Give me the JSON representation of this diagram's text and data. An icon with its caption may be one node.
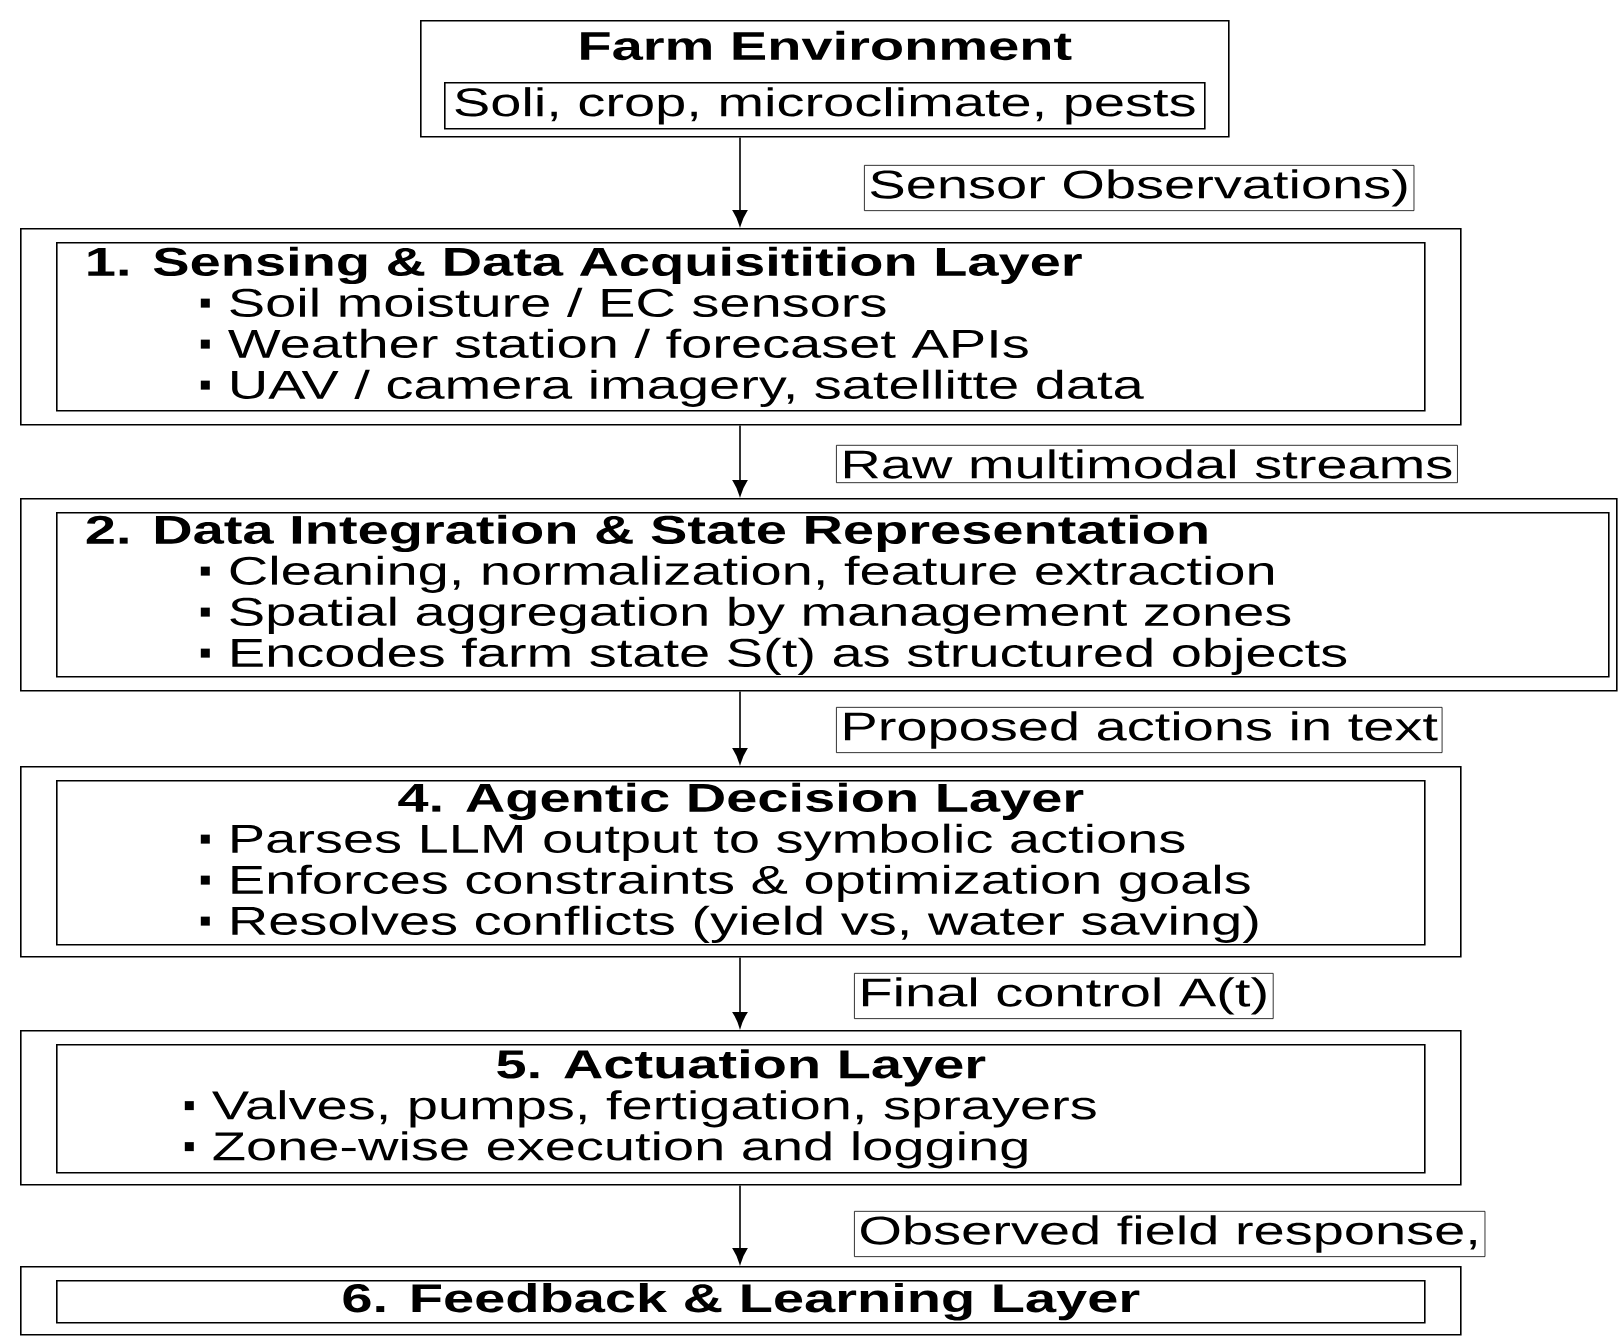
{
  "diagram": {
    "nodes": [
      {
        "text": [
          "Farm Environment"
        ]
      },
      {
        "text": [
          "Soli, crop, microclimate, pests"
        ],
        "in": 0
      },
      {
        "text": [],
        "shape": "box"
      },
      {
        "text": [
          "1. Sensing & Data Acquisitition Layer",
          "Soil moisture / EC sensors",
          "Weather station / forecaset APIs",
          "UAV / camera imagery, satellitte data"
        ],
        "in": 2
      },
      {
        "text": [],
        "shape": "box"
      },
      {
        "text": [
          "2. Data Integration & State Representation",
          "Cleaning, normalization, feature extraction",
          "Spatial aggregation by management zones",
          "Encodes farm state S(t) as structured objects"
        ],
        "in": 4
      },
      {
        "text": [],
        "shape": "box"
      },
      {
        "text": [
          "4. Agentic Decision Layer",
          "Parses LLM output to symbolic actions",
          "Enforces constraints & optimization goals",
          "Resolves conflicts (yield vs, water saving)"
        ],
        "in": 6
      },
      {
        "text": [],
        "shape": "box"
      },
      {
        "text": [
          "5. Actuation Layer",
          "Valves, pumps, fertigation, sprayers",
          "Zone-wise execution and logging"
        ],
        "in": 8
      },
      {
        "text": [],
        "shape": "box"
      },
      {
        "text": [
          "6. Feedback & Learning Layer"
        ],
        "in": 10
      }
    ],
    "edges": [
      {
        "from": 0,
        "to": 2,
        "arrow": "to",
        "label": "Sensor Observations)"
      },
      {
        "from": 2,
        "to": 4,
        "arrow": "to",
        "label": "Raw multimodal streams"
      },
      {
        "from": 4,
        "to": 6,
        "arrow": "to",
        "label": "Proposed actions in text"
      },
      {
        "from": 6,
        "to": 8,
        "arrow": "to",
        "label": "Final control A(t)"
      },
      {
        "from": 8,
        "to": 10,
        "arrow": "to",
        "label": "Observed field response,"
      }
    ]
  }
}
